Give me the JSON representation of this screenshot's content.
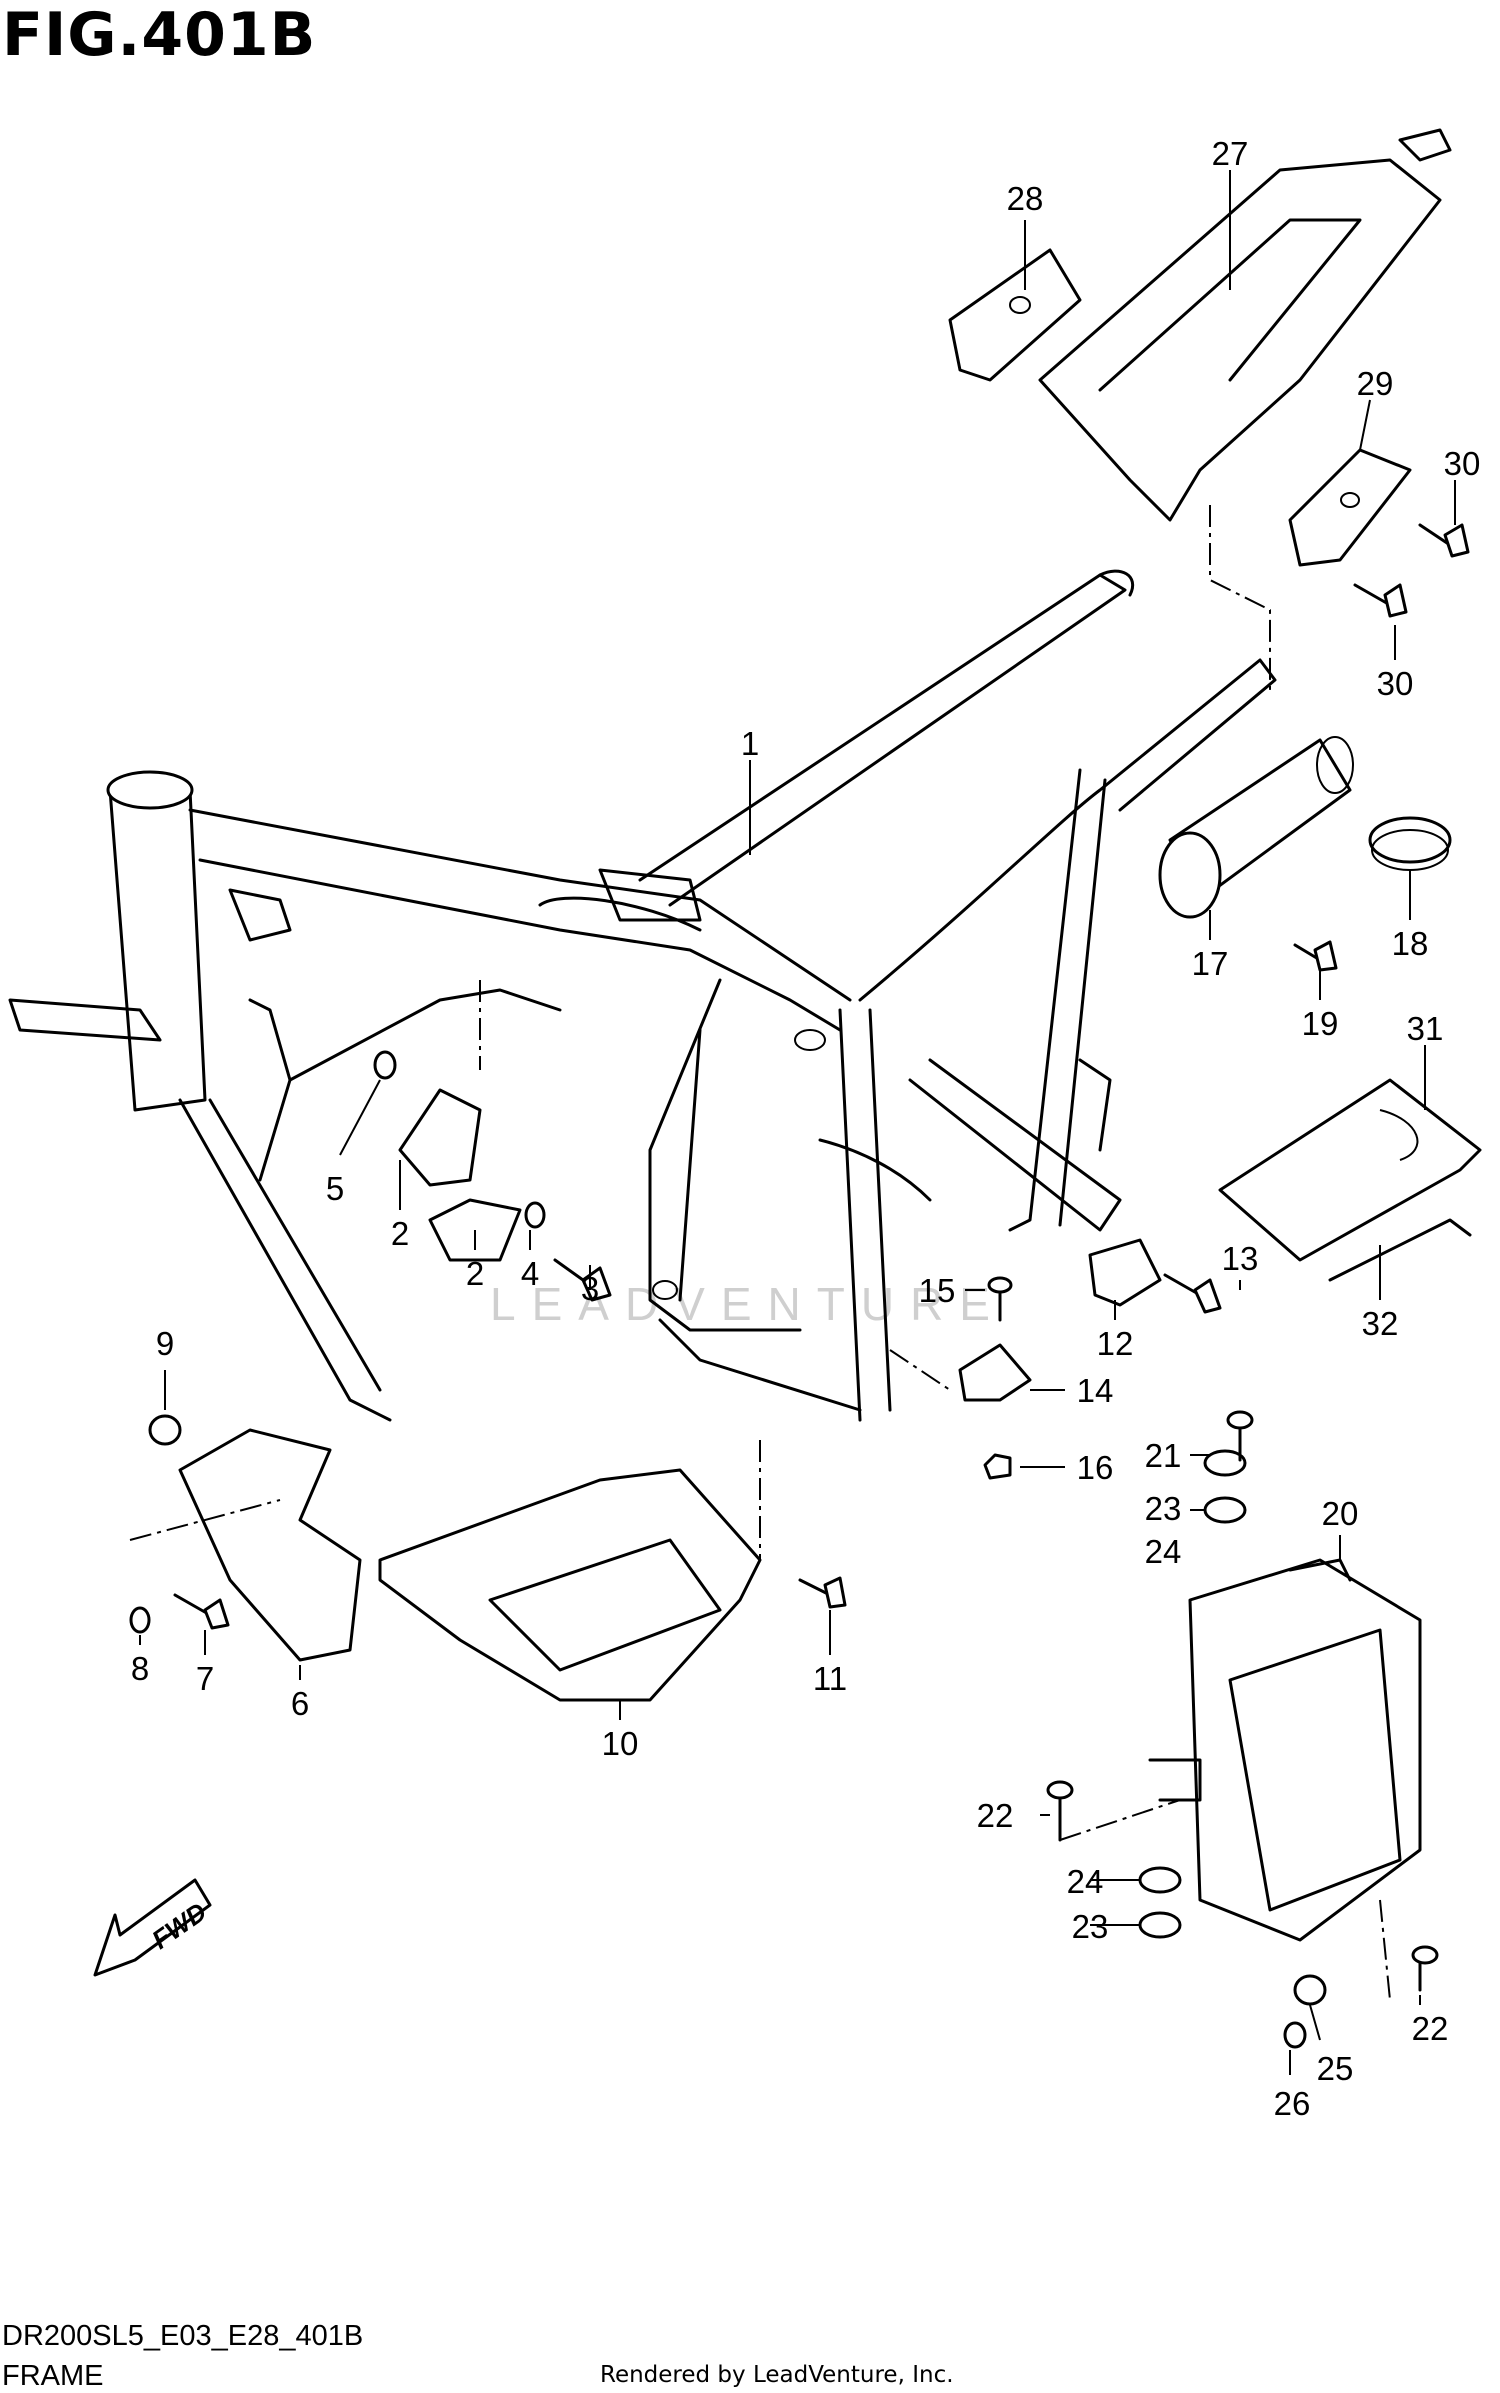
{
  "figure": {
    "title": "FIG.401B",
    "model_code": "DR200SL5_E03_E28_401B",
    "caption": "FRAME",
    "credit": "Rendered by LeadVenture, Inc.",
    "watermark": "LEADVENTURE",
    "direction_label": "FWD"
  },
  "callouts": [
    {
      "id": "c1",
      "label": "1"
    },
    {
      "id": "c2a",
      "label": "2"
    },
    {
      "id": "c2b",
      "label": "2"
    },
    {
      "id": "c3",
      "label": "3"
    },
    {
      "id": "c4",
      "label": "4"
    },
    {
      "id": "c5",
      "label": "5"
    },
    {
      "id": "c6",
      "label": "6"
    },
    {
      "id": "c7",
      "label": "7"
    },
    {
      "id": "c8",
      "label": "8"
    },
    {
      "id": "c9",
      "label": "9"
    },
    {
      "id": "c10",
      "label": "10"
    },
    {
      "id": "c11",
      "label": "11"
    },
    {
      "id": "c12",
      "label": "12"
    },
    {
      "id": "c13",
      "label": "13"
    },
    {
      "id": "c14",
      "label": "14"
    },
    {
      "id": "c15",
      "label": "15"
    },
    {
      "id": "c16",
      "label": "16"
    },
    {
      "id": "c17",
      "label": "17"
    },
    {
      "id": "c18",
      "label": "18"
    },
    {
      "id": "c19",
      "label": "19"
    },
    {
      "id": "c20",
      "label": "20"
    },
    {
      "id": "c21",
      "label": "21"
    },
    {
      "id": "c22a",
      "label": "22"
    },
    {
      "id": "c22b",
      "label": "22"
    },
    {
      "id": "c23a",
      "label": "23"
    },
    {
      "id": "c23b",
      "label": "23"
    },
    {
      "id": "c24a",
      "label": "24"
    },
    {
      "id": "c24b",
      "label": "24"
    },
    {
      "id": "c25",
      "label": "25"
    },
    {
      "id": "c26",
      "label": "26"
    },
    {
      "id": "c27",
      "label": "27"
    },
    {
      "id": "c28",
      "label": "28"
    },
    {
      "id": "c29",
      "label": "29"
    },
    {
      "id": "c30a",
      "label": "30"
    },
    {
      "id": "c30b",
      "label": "30"
    },
    {
      "id": "c31",
      "label": "31"
    },
    {
      "id": "c32",
      "label": "32"
    }
  ]
}
